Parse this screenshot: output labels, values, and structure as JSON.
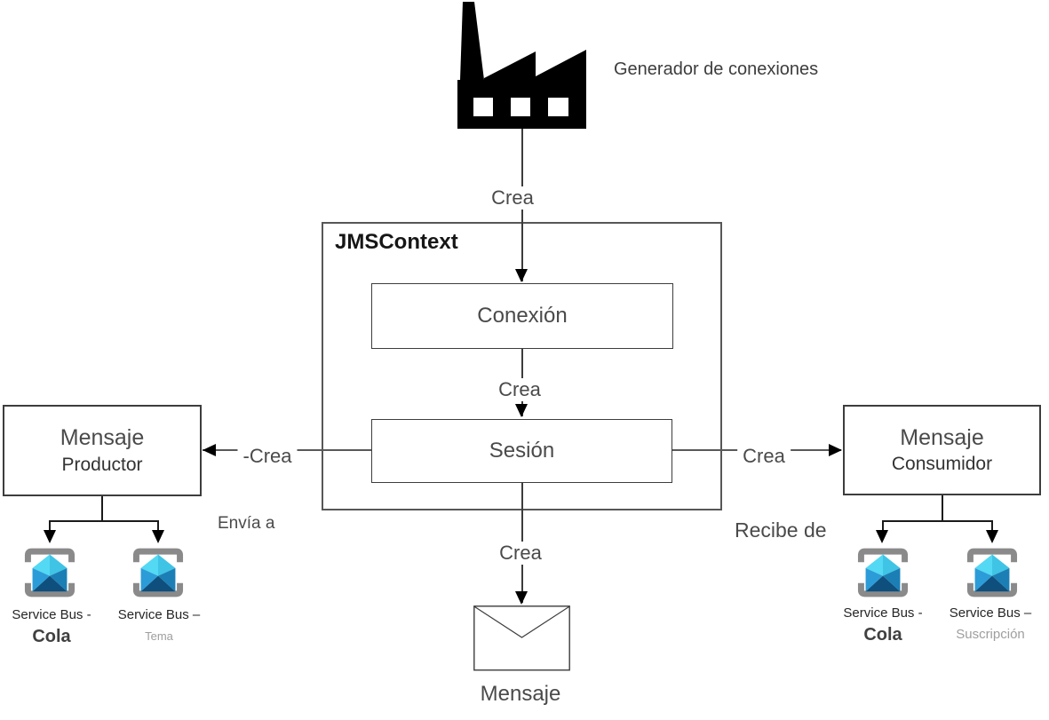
{
  "diagram": {
    "generator": {
      "label": "Generador de conexiones"
    },
    "jmscontext": {
      "title": "JMSContext"
    },
    "nodes": {
      "connection": {
        "label": "Conexión"
      },
      "session": {
        "label": "Sesión"
      },
      "producer": {
        "title": "Mensaje",
        "subtitle": "Productor"
      },
      "consumer": {
        "title": "Mensaje",
        "subtitle": "Consumidor"
      },
      "message": {
        "label": "Mensaje"
      }
    },
    "edges": {
      "factory_to_connection": "Crea",
      "connection_to_session": "Crea",
      "session_to_producer": "-Crea",
      "session_to_consumer": "Crea",
      "session_to_message": "Crea",
      "producer_sends": "Envía a",
      "consumer_receives": "Recibe de"
    },
    "service_bus": {
      "left_queue": {
        "line1": "Service Bus -",
        "line2": "Cola"
      },
      "left_topic": {
        "line1": "Service Bus –",
        "line2": "Tema"
      },
      "right_queue": {
        "line1": "Service Bus -",
        "line2": "Cola"
      },
      "right_subscription": {
        "line1": "Service Bus –",
        "line2": "Suscripción"
      }
    },
    "colors": {
      "connector_gray": "#595959",
      "line_dark": "#3c3c3c",
      "text_primary": "#4a4a4a",
      "text_muted": "#9e9e9e",
      "bracket_gray": "#8a8a8a",
      "sb_cyan_light": "#53d9f3",
      "sb_cyan": "#3fc4e5",
      "sb_blue": "#2b9cd8",
      "sb_blue_mid": "#1b7fb5",
      "sb_navy": "#0e4f7d",
      "factory_black": "#000000"
    }
  }
}
